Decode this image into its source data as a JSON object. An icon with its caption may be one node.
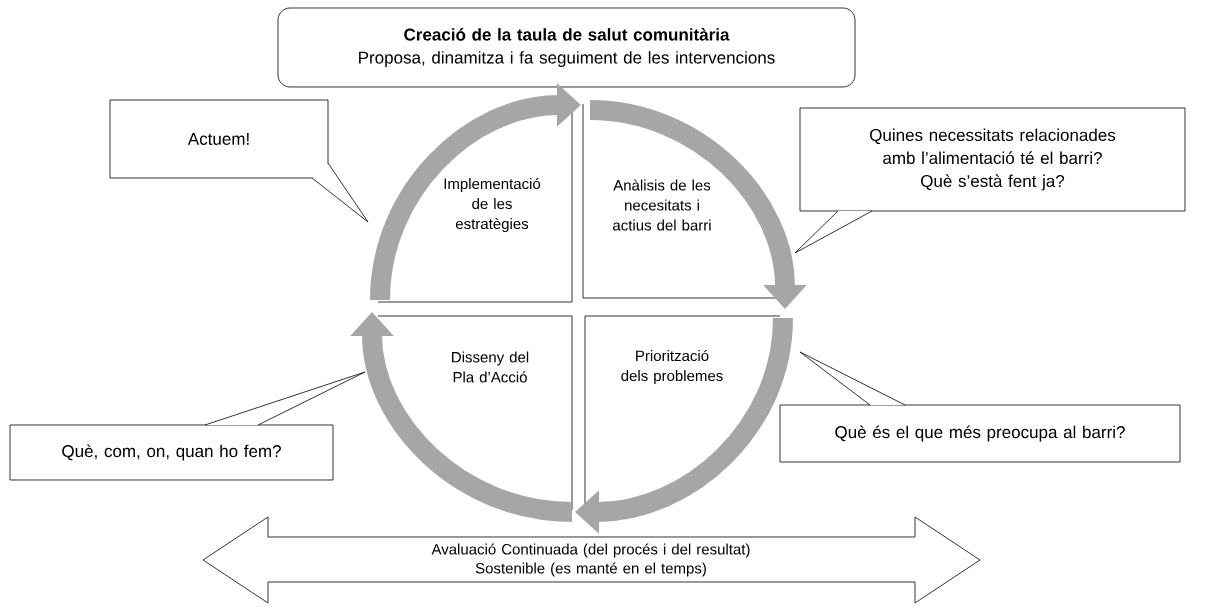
{
  "diagram": {
    "nodes": [
      {
        "text": [
          "Creació de la taula de salut comunitària",
          "Proposa, dinamitza i fa seguiment de les intervencions"
        ]
      },
      {
        "text": [
          "Actuem!"
        ]
      },
      {
        "text": [
          "Quines necessitats relacionades amb l’alimentació té el barri?",
          "Què s’està fent ja?"
        ]
      },
      {
        "text": [
          "Implementació de les estratègies"
        ]
      },
      {
        "text": [
          "Anàlisis de les necesitats i actius del barri"
        ]
      },
      {
        "text": [
          "Disseny del Pla d’Acció"
        ]
      },
      {
        "text": [
          "Priorització dels problemes"
        ]
      },
      {
        "text": [
          "Què, com, on, quan ho fem?"
        ]
      },
      {
        "text": [
          "Què és el que més preocupa al barri?"
        ]
      },
      {
        "text": [
          "Avaluació Continuada (del procés i del resultat)",
          "Sostenible (es manté en el temps)"
        ]
      }
    ],
    "edges": [
      {
        "from": 3,
        "to": 4,
        "arrow": "to"
      },
      {
        "from": 4,
        "to": 6,
        "arrow": "to"
      },
      {
        "from": 6,
        "to": 5,
        "arrow": "to"
      },
      {
        "from": 5,
        "to": 3,
        "arrow": "to"
      }
    ]
  }
}
